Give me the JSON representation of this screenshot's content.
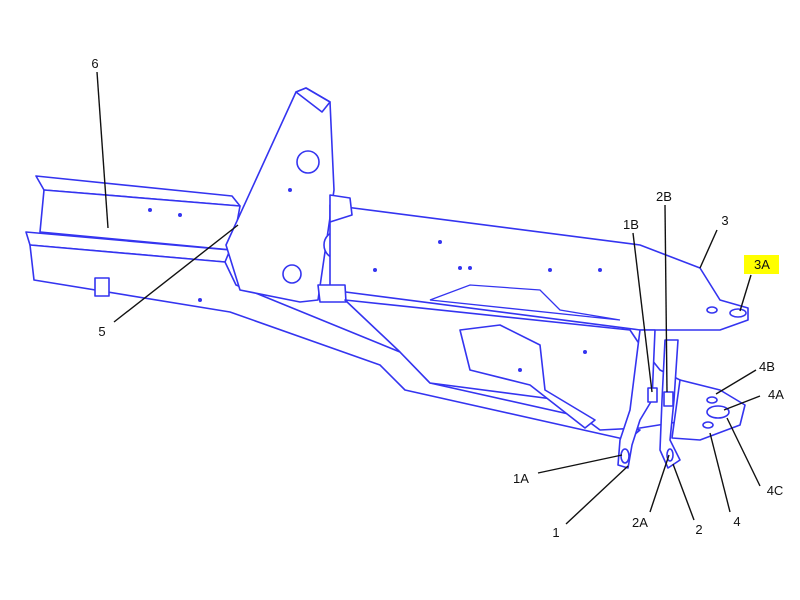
{
  "diagram": {
    "stroke_color": "#3434f0",
    "highlight_color": "#ffff00",
    "callouts": {
      "c6": "6",
      "c5": "5",
      "c1B": "1B",
      "c2B": "2B",
      "c3": "3",
      "c3A": "3A",
      "c4B": "4B",
      "c4A": "4A",
      "c4C": "4C",
      "c4": "4",
      "c2": "2",
      "c2A": "2A",
      "c1": "1",
      "c1A": "1A"
    },
    "highlighted_callout": "3A"
  }
}
